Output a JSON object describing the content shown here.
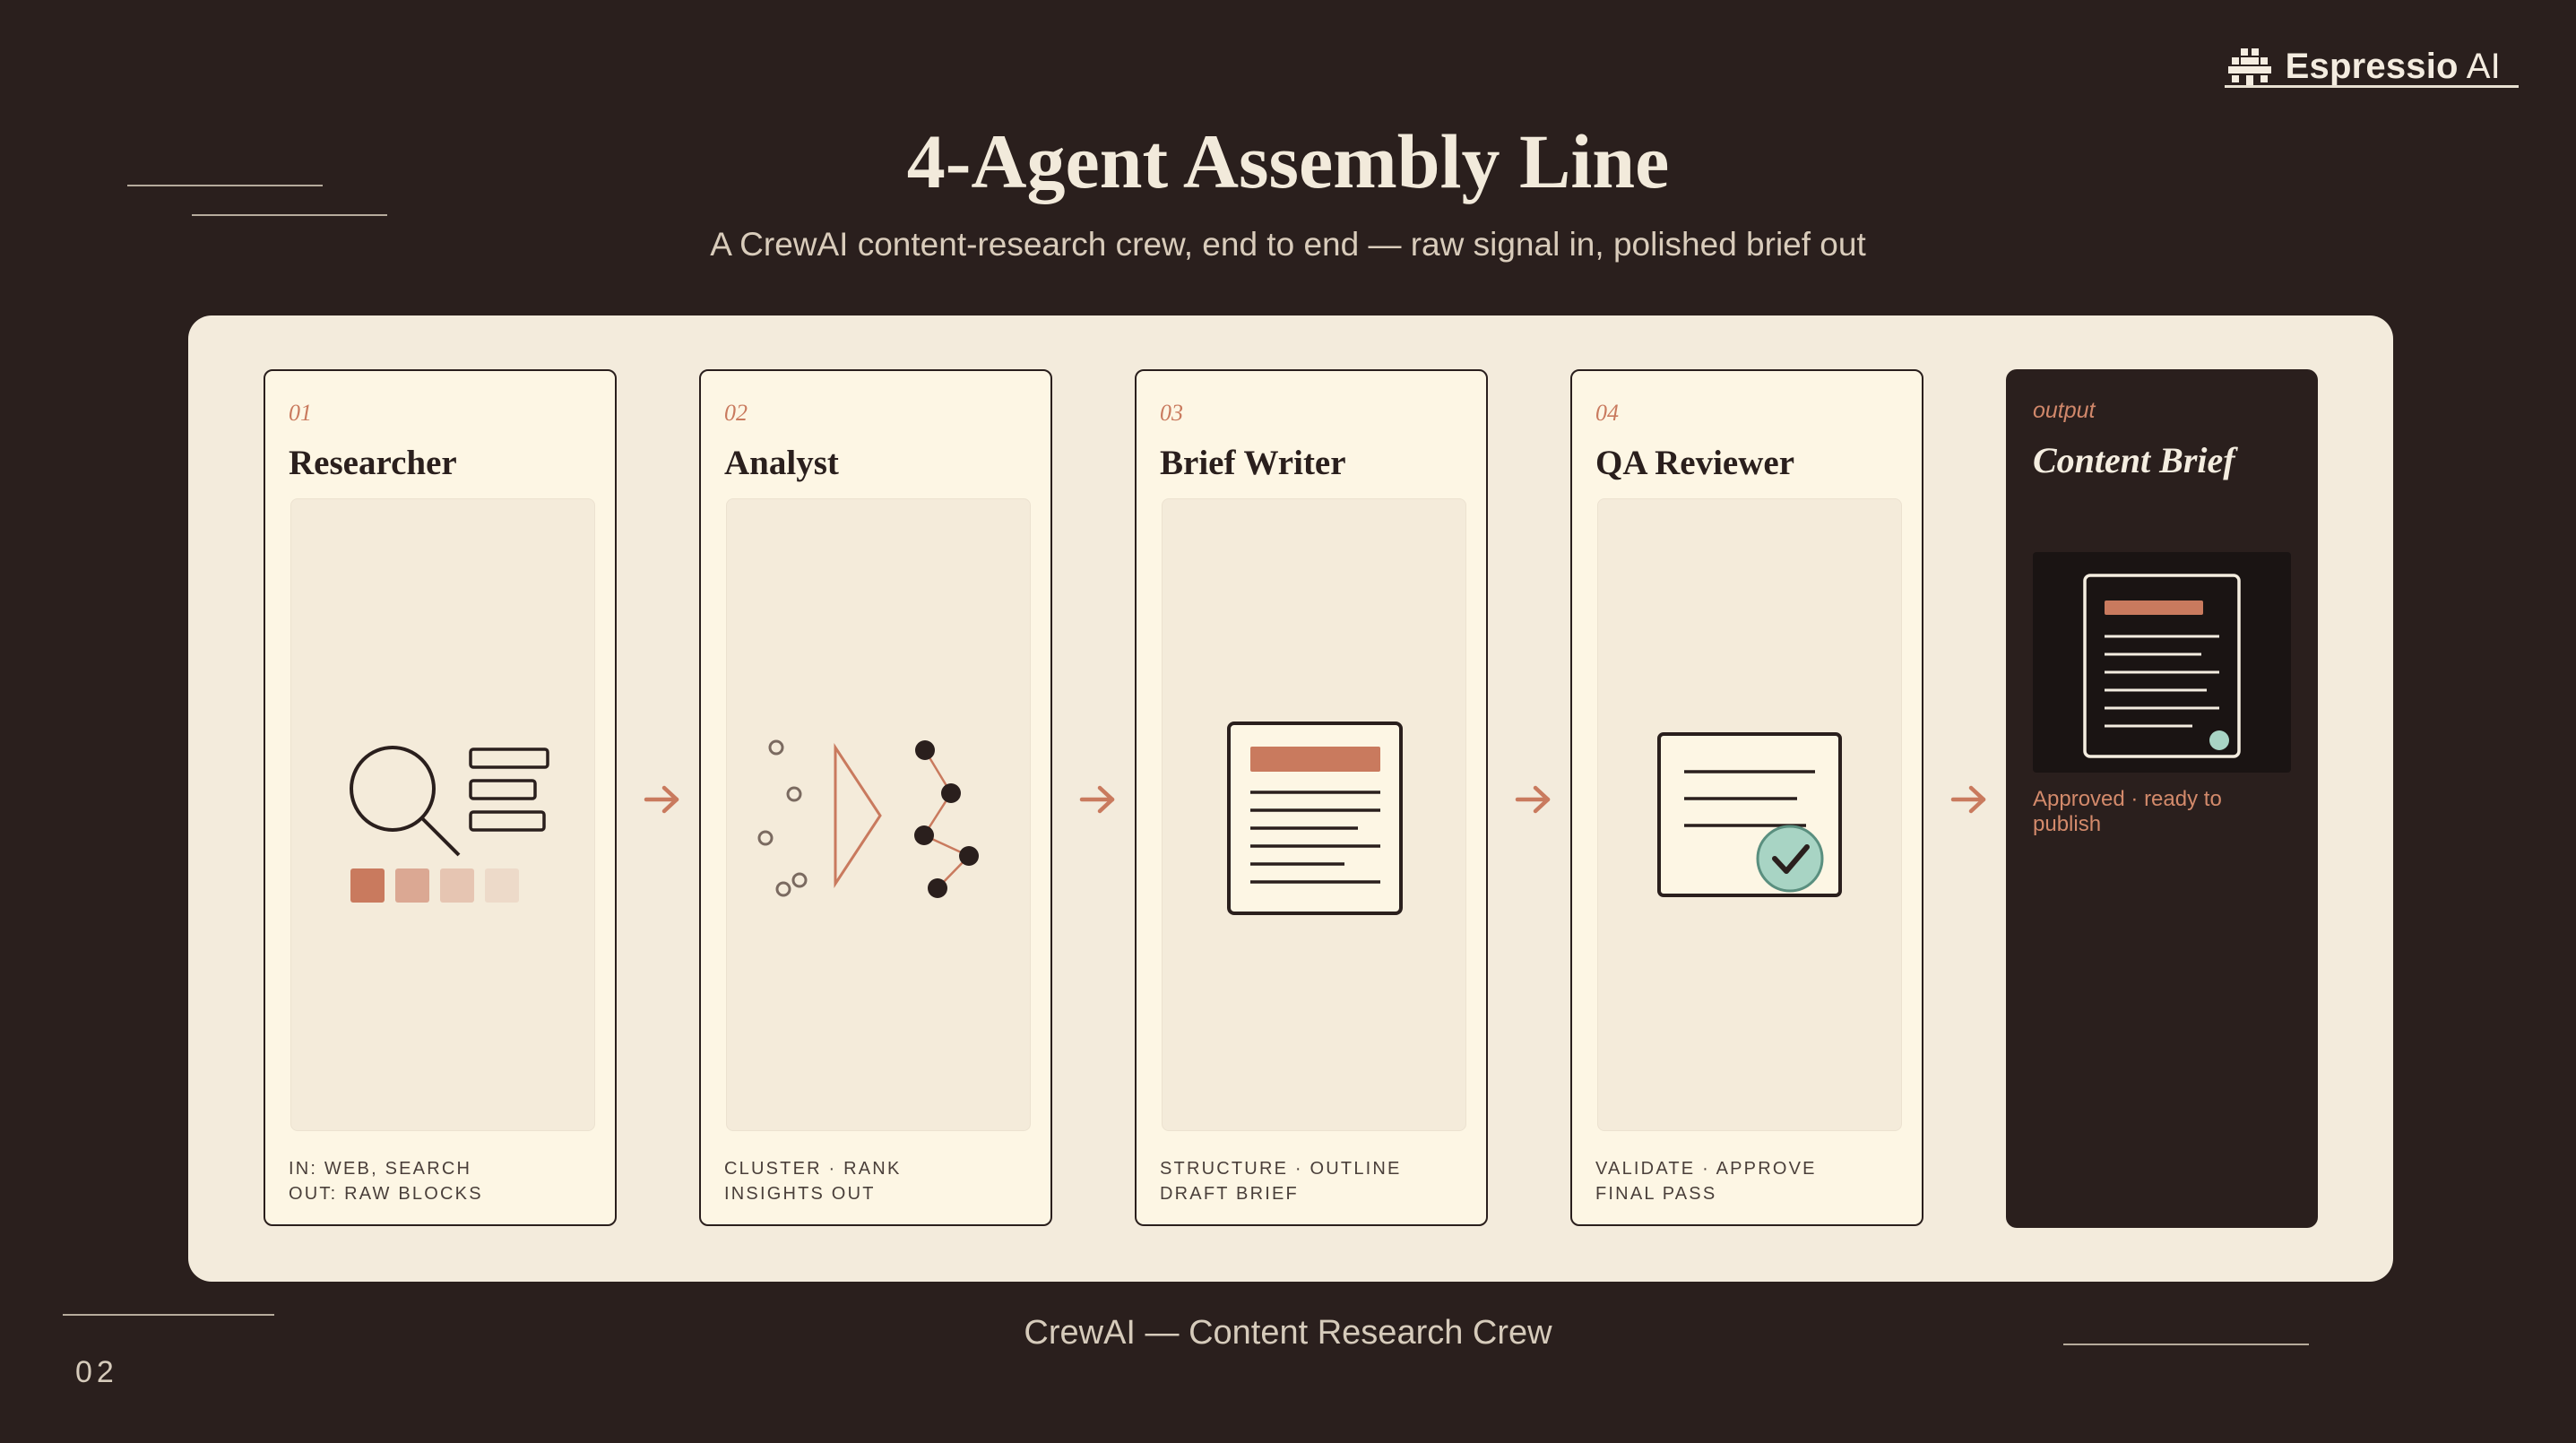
{
  "brand": {
    "name_bold": "Espressio",
    "name_light": "AI"
  },
  "title": "4-Agent Assembly Line",
  "subtitle": "A CrewAI content-research crew, end to end — raw signal in, polished brief out",
  "agents": [
    {
      "num": "01",
      "name": "Researcher",
      "io": [
        "IN: WEB, SEARCH",
        "OUT: RAW BLOCKS"
      ],
      "icon": "search-icon"
    },
    {
      "num": "02",
      "name": "Analyst",
      "io": [
        "CLUSTER · RANK",
        "INSIGHTS OUT"
      ],
      "icon": "cluster-icon"
    },
    {
      "num": "03",
      "name": "Brief Writer",
      "io": [
        "STRUCTURE · OUTLINE",
        "DRAFT BRIEF"
      ],
      "icon": "document-icon"
    },
    {
      "num": "04",
      "name": "QA Reviewer",
      "io": [
        "VALIDATE · APPROVE",
        "FINAL PASS"
      ],
      "icon": "approved-document-icon"
    }
  ],
  "output": {
    "kicker": "output",
    "name": "Content Brief",
    "status": "Approved · ready to publish",
    "icon": "content-brief-icon"
  },
  "footer": "CrewAI — Content Research Crew",
  "page_number": "02",
  "colors": {
    "background": "#2a1f1d",
    "board": "#f3ebdc",
    "card": "#fdf6e4",
    "accent": "#c97a5e",
    "check": "#a8d4c4"
  }
}
